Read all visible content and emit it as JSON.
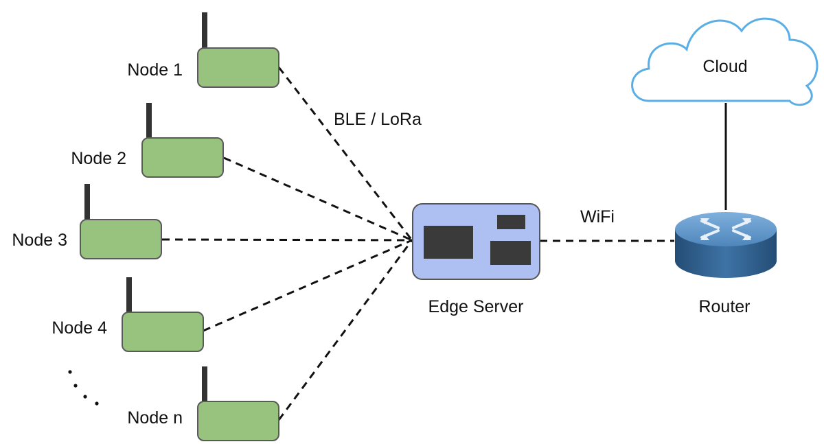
{
  "nodes": [
    {
      "label": "Node 1"
    },
    {
      "label": "Node 2"
    },
    {
      "label": "Node 3"
    },
    {
      "label": "Node 4"
    },
    {
      "label": "Node n"
    }
  ],
  "links": {
    "wireless_label": "BLE / LoRa",
    "wifi_label": "WiFi"
  },
  "edge_server": {
    "label": "Edge Server"
  },
  "router": {
    "label": "Router"
  },
  "cloud": {
    "label": "Cloud"
  },
  "colors": {
    "node_fill": "#98c37e",
    "node_stroke": "#5a5a5a",
    "edge_fill": "#aebff2",
    "edge_stroke": "#555555",
    "chip_fill": "#3a3a3a",
    "cloud_stroke": "#5aaee6",
    "router_top": "#5c8fbf",
    "router_side": "#2f5f8c"
  }
}
